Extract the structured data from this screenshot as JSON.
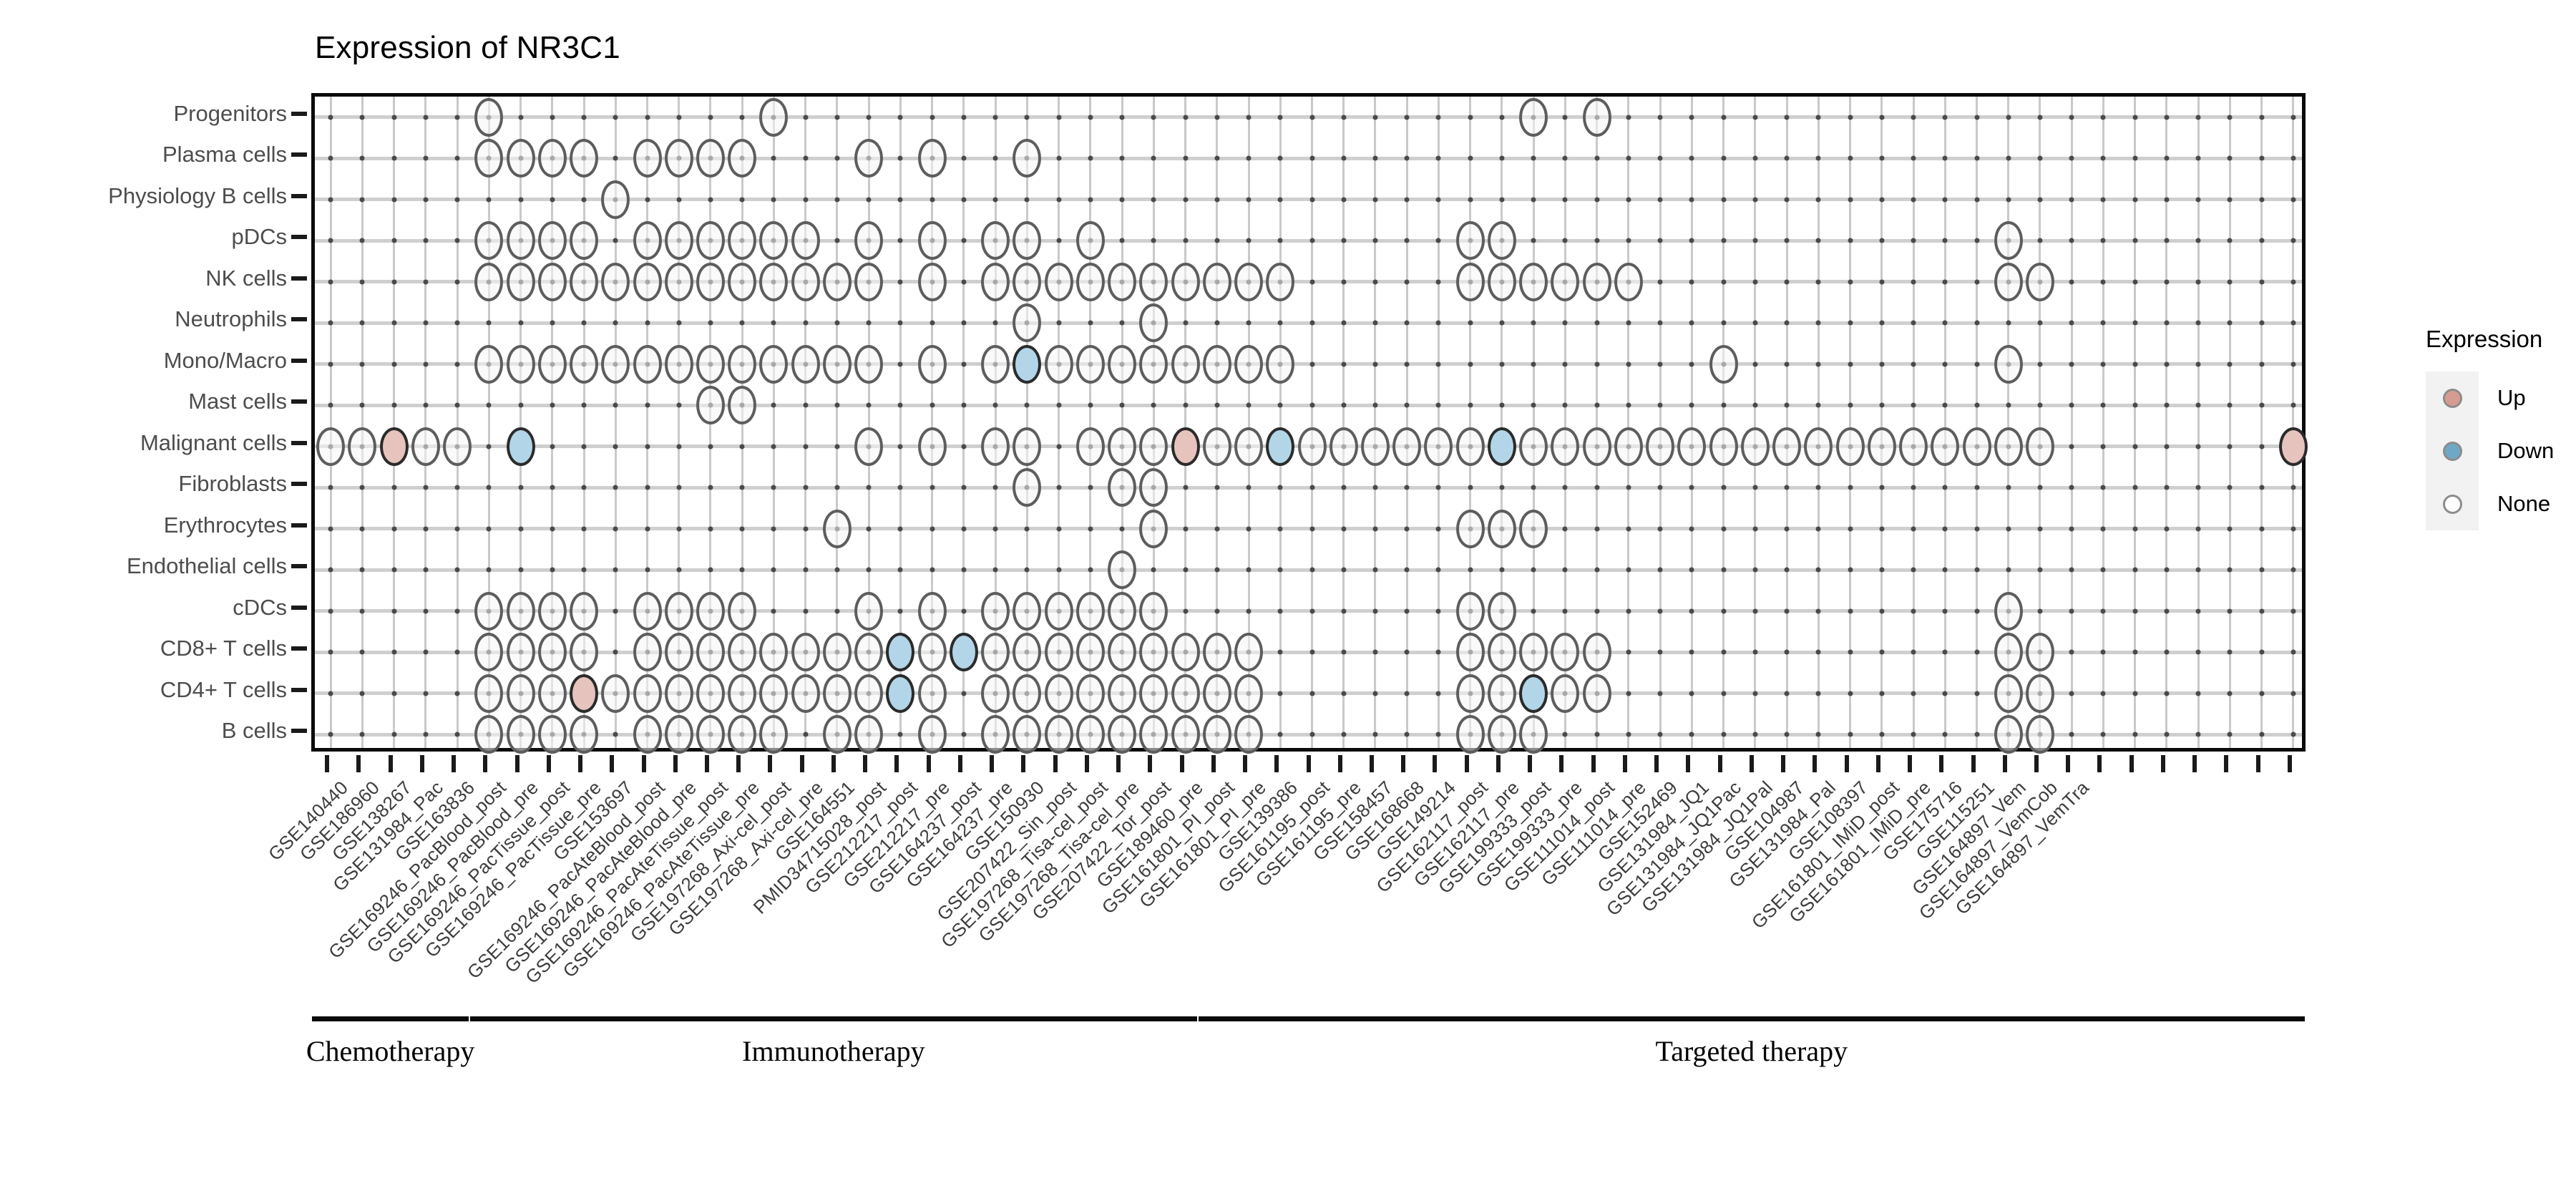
{
  "title": "Expression of NR3C1",
  "legend": {
    "title": "Expression",
    "items": [
      {
        "key": "up",
        "label": "Up",
        "color": "#d69c91"
      },
      {
        "key": "down",
        "label": "Down",
        "color": "#6fa8c6"
      },
      {
        "key": "none",
        "label": "None",
        "color": "#ffffff"
      }
    ]
  },
  "groups": [
    {
      "label": "Chemotherapy",
      "start": 0,
      "end": 4
    },
    {
      "label": "Immunotherapy",
      "start": 5,
      "end": 27
    },
    {
      "label": "Targeted therapy",
      "start": 28,
      "end": 62
    }
  ],
  "chart_data": {
    "type": "heatmap",
    "title": "Expression of NR3C1",
    "xlabel": "",
    "ylabel": "",
    "grid": true,
    "legend_position": "right",
    "value_levels": [
      "Up",
      "Down",
      "None"
    ],
    "rows": [
      "Progenitors",
      "Plasma cells",
      "Physiology B cells",
      "pDCs",
      "NK cells",
      "Neutrophils",
      "Mono/Macro",
      "Mast cells",
      "Malignant cells",
      "Fibroblasts",
      "Erythrocytes",
      "Endothelial cells",
      "cDCs",
      "CD8+ T cells",
      "CD4+ T cells",
      "B cells"
    ],
    "categories": [
      "GSE140440",
      "GSE186960",
      "GSE138267",
      "GSE131984_Pac",
      "GSE163836",
      "GSE169246_PacBlood_post",
      "GSE169246_PacBlood_pre",
      "GSE169246_PacTissue_post",
      "GSE169246_PacTissue_pre",
      "GSE153697",
      "GSE169246_PacAteBlood_post",
      "GSE169246_PacAteBlood_pre",
      "GSE169246_PacAteTissue_post",
      "GSE169246_PacAteTissue_pre",
      "GSE197268_Axi-cel_post",
      "GSE197268_Axi-cel_pre",
      "GSE164551",
      "PMID34715028_post",
      "GSE212217_post",
      "GSE212217_pre",
      "GSE164237_post",
      "GSE164237_pre",
      "GSE150930",
      "GSE207422_Sin_post",
      "GSE197268_Tisa-cel_post",
      "GSE197268_Tisa-cel_pre",
      "GSE207422_Tor_post",
      "GSE189460_pre",
      "GSE161801_PI_post",
      "GSE161801_PI_pre",
      "GSE139386",
      "GSE161195_post",
      "GSE161195_pre",
      "GSE158457",
      "GSE168668",
      "GSE149214",
      "GSE162117_post",
      "GSE162117_pre",
      "GSE199333_post",
      "GSE199333_pre",
      "GSE111014_post",
      "GSE111014_pre",
      "GSE152469",
      "GSE131984_JQ1",
      "GSE131984_JQ1Pac",
      "GSE131984_JQ1Pal",
      "GSE104987",
      "GSE131984_Pal",
      "GSE108397",
      "GSE161801_IMiD_post",
      "GSE161801_IMiD_pre",
      "GSE175716",
      "GSE115251",
      "GSE164897_Vem",
      "GSE164897_VemCob",
      "GSE164897_VemTra"
    ],
    "matrix": {
      "Progenitors": {
        "none": [
          5,
          14,
          38,
          40
        ],
        "up": [],
        "down": []
      },
      "Plasma cells": {
        "none": [
          5,
          6,
          7,
          8,
          10,
          11,
          12,
          13,
          17,
          19,
          22
        ],
        "up": [],
        "down": []
      },
      "Physiology B cells": {
        "none": [
          9
        ],
        "up": [],
        "down": []
      },
      "pDCs": {
        "none": [
          5,
          6,
          7,
          8,
          10,
          11,
          12,
          13,
          14,
          15,
          17,
          19,
          21,
          22,
          24,
          36,
          37,
          53
        ],
        "up": [],
        "down": []
      },
      "NK cells": {
        "none": [
          5,
          6,
          7,
          8,
          9,
          10,
          11,
          12,
          13,
          14,
          15,
          16,
          17,
          19,
          21,
          22,
          23,
          24,
          25,
          26,
          27,
          28,
          29,
          30,
          36,
          37,
          38,
          39,
          40,
          41,
          53,
          54
        ],
        "up": [],
        "down": []
      },
      "Neutrophils": {
        "none": [
          22,
          26
        ],
        "up": [],
        "down": []
      },
      "Mono/Macro": {
        "none": [
          5,
          6,
          7,
          8,
          9,
          10,
          11,
          12,
          13,
          14,
          15,
          16,
          17,
          19,
          21,
          23,
          24,
          25,
          26,
          27,
          28,
          29,
          30,
          44,
          53
        ],
        "up": [],
        "down": [
          22
        ]
      },
      "Mast cells": {
        "none": [
          12,
          13
        ],
        "up": [],
        "down": []
      },
      "Malignant cells": {
        "none": [
          0,
          1,
          3,
          4,
          17,
          19,
          21,
          22,
          24,
          25,
          26,
          28,
          29,
          31,
          32,
          33,
          34,
          35,
          36,
          38,
          39,
          40,
          41,
          42,
          43,
          44,
          45,
          46,
          47,
          48,
          49,
          50,
          51,
          52,
          53,
          54
        ],
        "up": [
          2,
          27
        ],
        "down": [
          6,
          30,
          37
        ],
        "last_up": 55
      },
      "Fibroblasts": {
        "none": [
          22,
          25,
          26
        ],
        "up": [],
        "down": []
      },
      "Erythrocytes": {
        "none": [
          16,
          26,
          36,
          37,
          38
        ],
        "up": [],
        "down": []
      },
      "Endothelial cells": {
        "none": [
          25
        ],
        "up": [],
        "down": []
      },
      "cDCs": {
        "none": [
          5,
          6,
          7,
          8,
          10,
          11,
          12,
          13,
          17,
          19,
          21,
          22,
          23,
          24,
          25,
          26,
          36,
          37,
          53
        ],
        "up": [],
        "down": []
      },
      "CD8+ T cells": {
        "none": [
          5,
          6,
          7,
          8,
          10,
          11,
          12,
          13,
          14,
          15,
          16,
          17,
          19,
          21,
          22,
          23,
          24,
          25,
          26,
          27,
          28,
          29,
          36,
          37,
          38,
          39,
          40,
          53,
          54
        ],
        "up": [],
        "down": [
          18,
          20
        ]
      },
      "CD4+ T cells": {
        "none": [
          5,
          6,
          7,
          9,
          10,
          11,
          12,
          13,
          14,
          15,
          16,
          17,
          19,
          21,
          22,
          23,
          24,
          25,
          26,
          27,
          28,
          29,
          36,
          37,
          39,
          40,
          53,
          54
        ],
        "up": [
          8
        ],
        "down": [
          18,
          38
        ]
      },
      "B cells": {
        "none": [
          5,
          6,
          7,
          8,
          10,
          11,
          12,
          13,
          14,
          16,
          17,
          19,
          21,
          22,
          23,
          24,
          25,
          26,
          27,
          28,
          29,
          36,
          37,
          38,
          53,
          54
        ],
        "up": [],
        "down": []
      }
    }
  }
}
